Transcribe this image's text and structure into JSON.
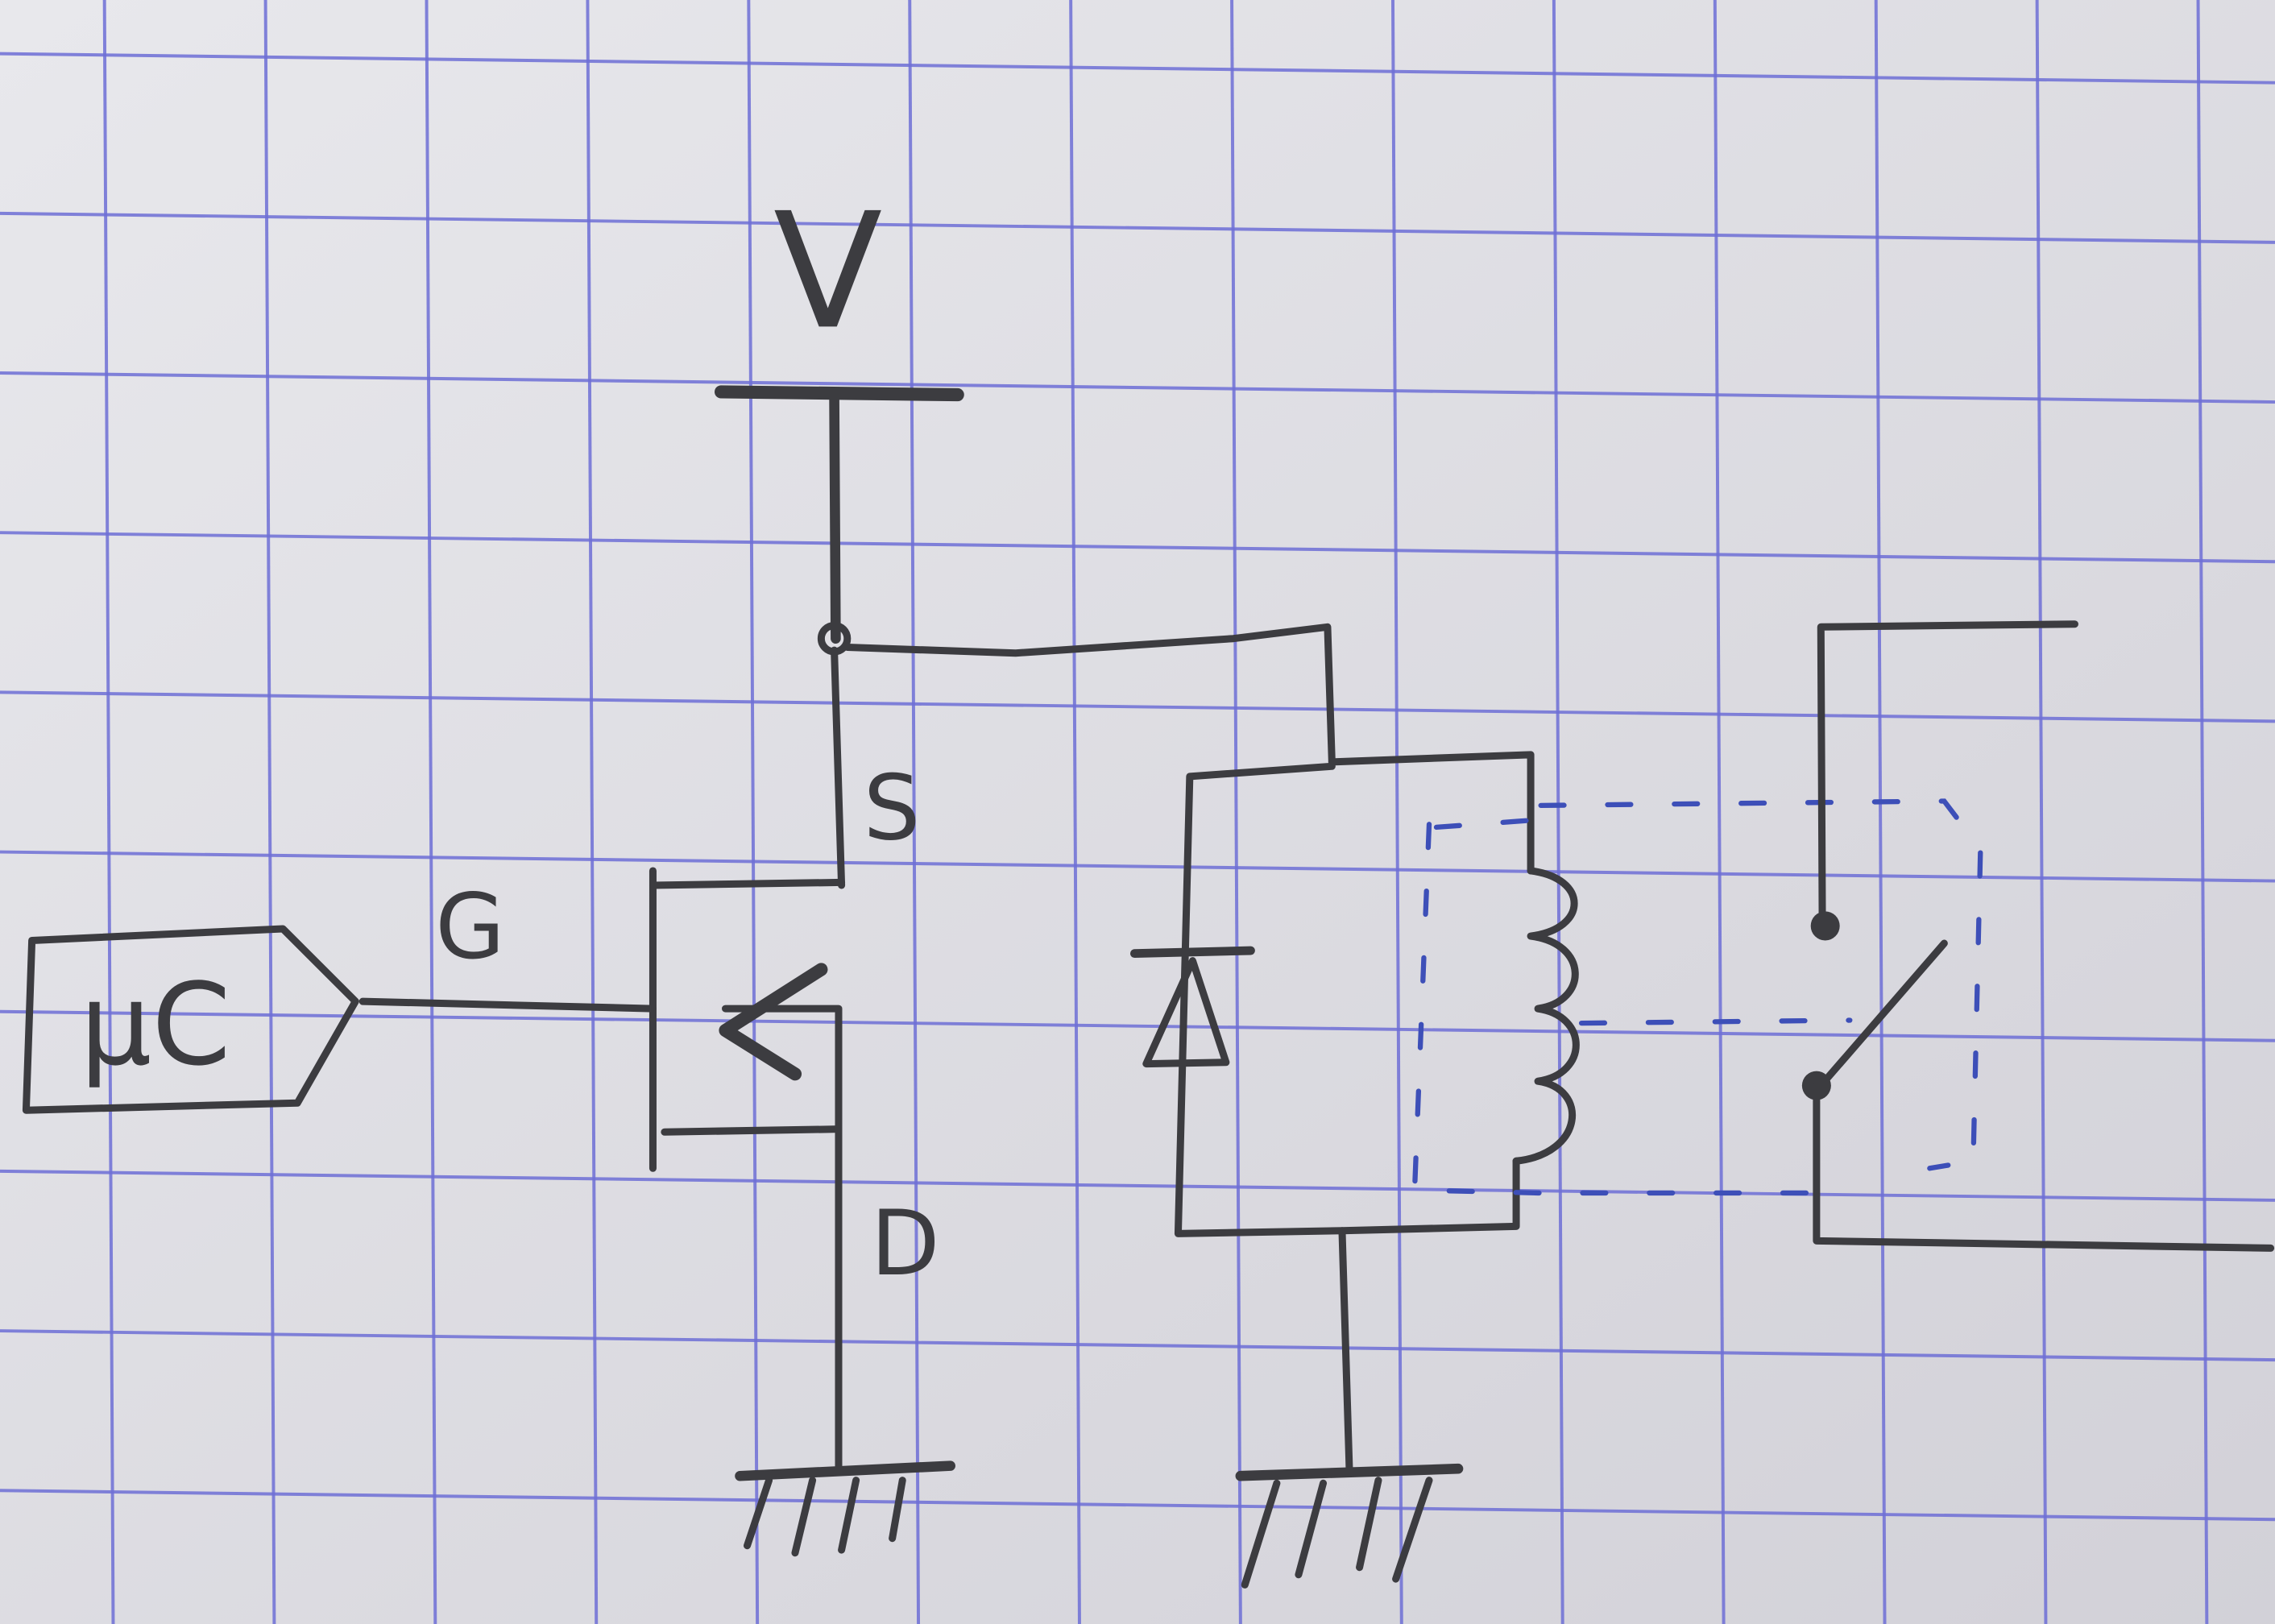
{
  "labels": {
    "supply": "V",
    "source": "S",
    "gate": "G",
    "drain": "D",
    "controller": "μC"
  },
  "colors": {
    "paper": "#dedde2",
    "grid": "#6e6fd6",
    "ink": "#3c3c40",
    "dashed": "#3d4fb8"
  }
}
